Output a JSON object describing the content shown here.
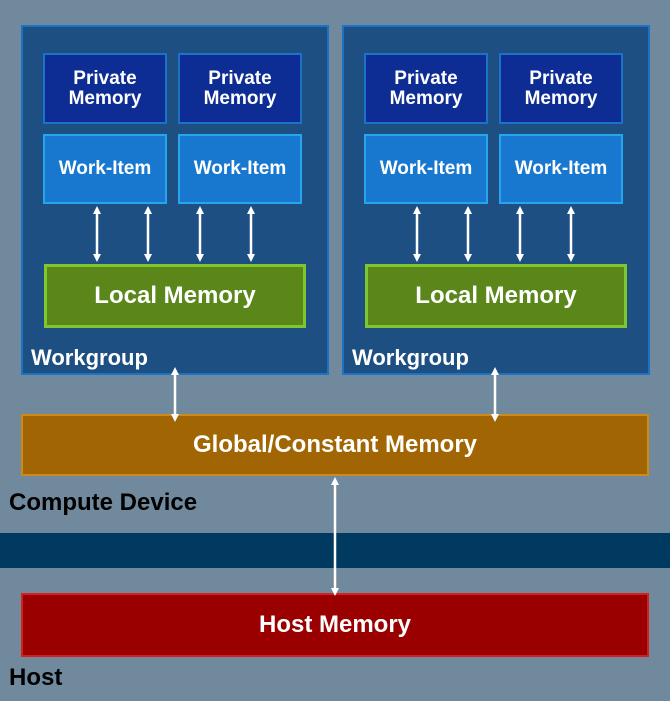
{
  "workgroups": [
    {
      "label": "Workgroup",
      "private_memory": [
        "Private\nMemory",
        "Private\nMemory"
      ],
      "work_items": [
        "Work-Item",
        "Work-Item"
      ],
      "local_memory": "Local Memory"
    },
    {
      "label": "Workgroup",
      "private_memory": [
        "Private\nMemory",
        "Private\nMemory"
      ],
      "work_items": [
        "Work-Item",
        "Work-Item"
      ],
      "local_memory": "Local Memory"
    }
  ],
  "global_memory": "Global/Constant Memory",
  "compute_device_label": "Compute Device",
  "host_memory": "Host Memory",
  "host_label": "Host",
  "colors": {
    "device_background": "#71899d",
    "band": "#003a60",
    "workgroup": "#1e4f83",
    "private_memory": "#0d2d94",
    "work_item": "#1878d0",
    "local_memory": "#5a861a",
    "global_memory": "#a16603",
    "host_memory": "#9b0000",
    "arrow": "#ffffff"
  }
}
